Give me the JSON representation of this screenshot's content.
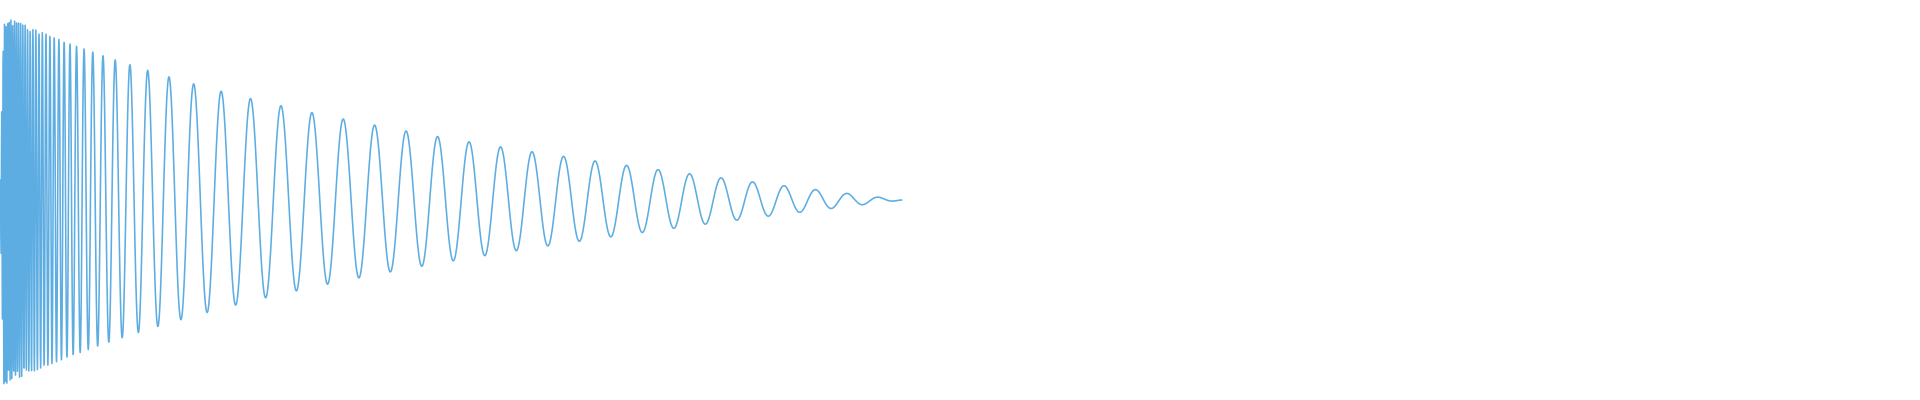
{
  "waveform": {
    "color": "#5dade2",
    "background": "#ffffff",
    "cycles": 58,
    "decay": "exponential",
    "duration_fraction": 0.47,
    "pitch_drop": "high-to-low"
  }
}
